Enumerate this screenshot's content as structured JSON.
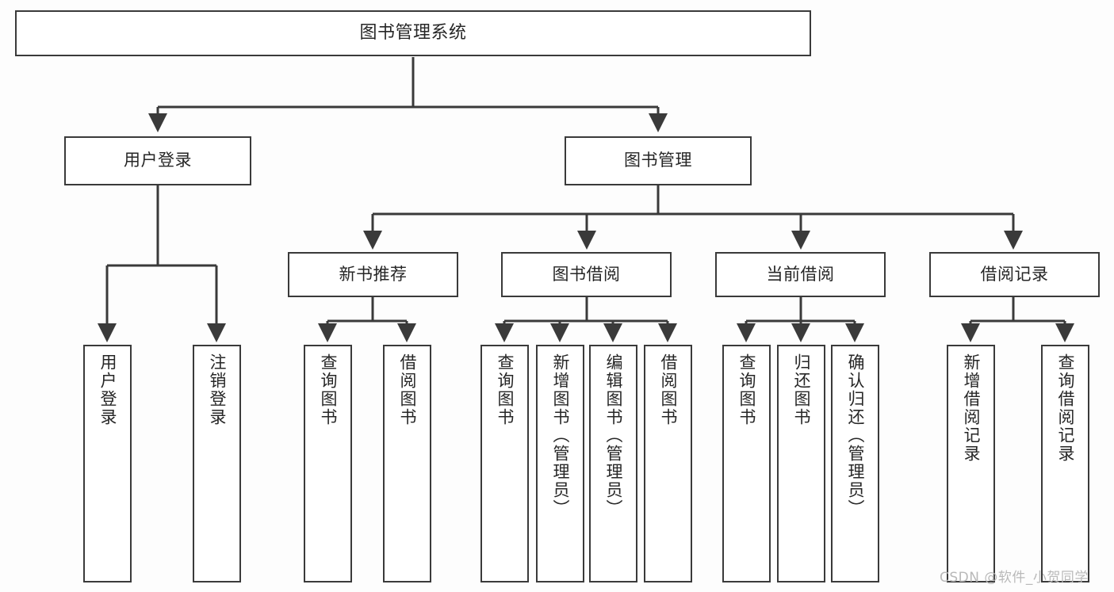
{
  "diagram": {
    "title": "图书管理系统",
    "root": {
      "id": "root",
      "label": "图书管理系统"
    },
    "level1": [
      {
        "id": "user-login",
        "label": "用户登录"
      },
      {
        "id": "book-manage",
        "label": "图书管理"
      }
    ],
    "level2": [
      {
        "id": "new-book-recommend",
        "label": "新书推荐"
      },
      {
        "id": "book-borrow",
        "label": "图书借阅"
      },
      {
        "id": "current-borrow",
        "label": "当前借阅"
      },
      {
        "id": "borrow-record",
        "label": "借阅记录"
      }
    ],
    "leaves": {
      "user_login": [
        {
          "id": "leaf-user-login",
          "label": "用户登录"
        },
        {
          "id": "leaf-logout-login",
          "label": "注销登录"
        }
      ],
      "new_book_recommend": [
        {
          "id": "leaf-query-book-1",
          "label": "查询图书"
        },
        {
          "id": "leaf-borrow-book-1",
          "label": "借阅图书"
        }
      ],
      "book_borrow": [
        {
          "id": "leaf-query-book-2",
          "label": "查询图书"
        },
        {
          "id": "leaf-add-book",
          "label": "新增图书（管理员）"
        },
        {
          "id": "leaf-edit-book",
          "label": "编辑图书（管理员）"
        },
        {
          "id": "leaf-borrow-book-2",
          "label": "借阅图书"
        }
      ],
      "current_borrow": [
        {
          "id": "leaf-query-book-3",
          "label": "查询图书"
        },
        {
          "id": "leaf-return-book",
          "label": "归还图书"
        },
        {
          "id": "leaf-confirm-return",
          "label": "确认归还（管理员）"
        }
      ],
      "borrow_record": [
        {
          "id": "leaf-add-record",
          "label": "新增借阅记录"
        },
        {
          "id": "leaf-query-record",
          "label": "查询借阅记录"
        }
      ]
    }
  },
  "watermark": {
    "text": "CSDN @软件_小贺同学"
  },
  "colors": {
    "background": "#fdfdfd",
    "node_fill": "#ffffff",
    "node_border": "#3a3a3a",
    "edge": "#3a3a3a",
    "text": "#262626",
    "watermark": "#b9b9b9"
  }
}
